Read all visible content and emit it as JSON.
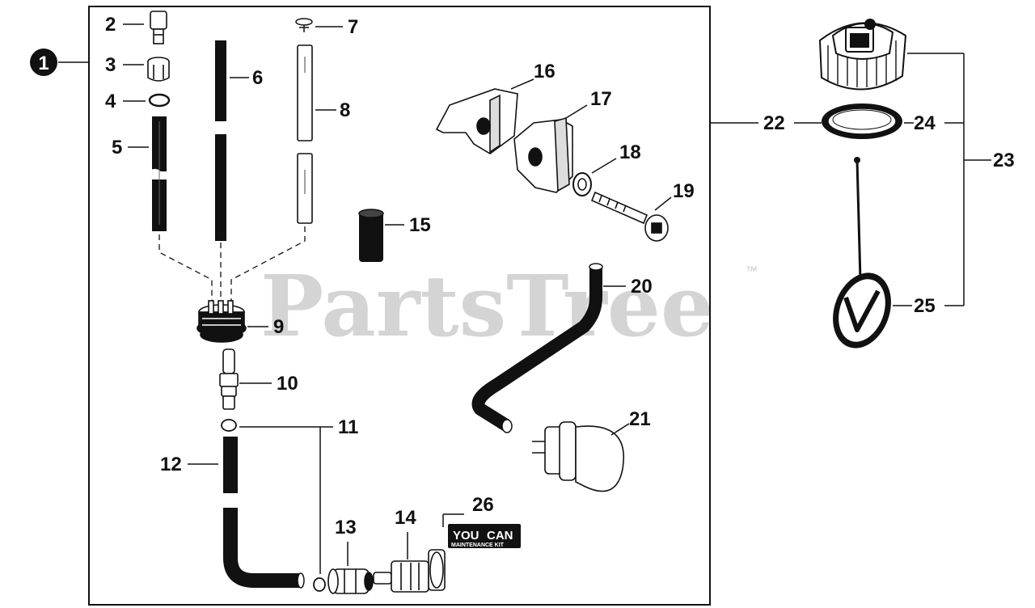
{
  "watermark": {
    "text": "PartsTree",
    "trademark": "™"
  },
  "callouts": {
    "c1": "1",
    "c2": "2",
    "c3": "3",
    "c4": "4",
    "c5": "5",
    "c6": "6",
    "c7": "7",
    "c8": "8",
    "c9": "9",
    "c10": "10",
    "c11": "11",
    "c12": "12",
    "c13": "13",
    "c14": "14",
    "c15": "15",
    "c16": "16",
    "c17": "17",
    "c18": "18",
    "c19": "19",
    "c20": "20",
    "c21": "21",
    "c22": "22",
    "c23": "23",
    "c24": "24",
    "c25": "25",
    "c26": "26"
  },
  "kit_badge": {
    "line1": "YOU",
    "line1b": "CAN",
    "line2": "MAINTENANCE KIT"
  },
  "colors": {
    "ink": "#111111",
    "watermark": "#d4d4d4",
    "background": "#ffffff"
  }
}
